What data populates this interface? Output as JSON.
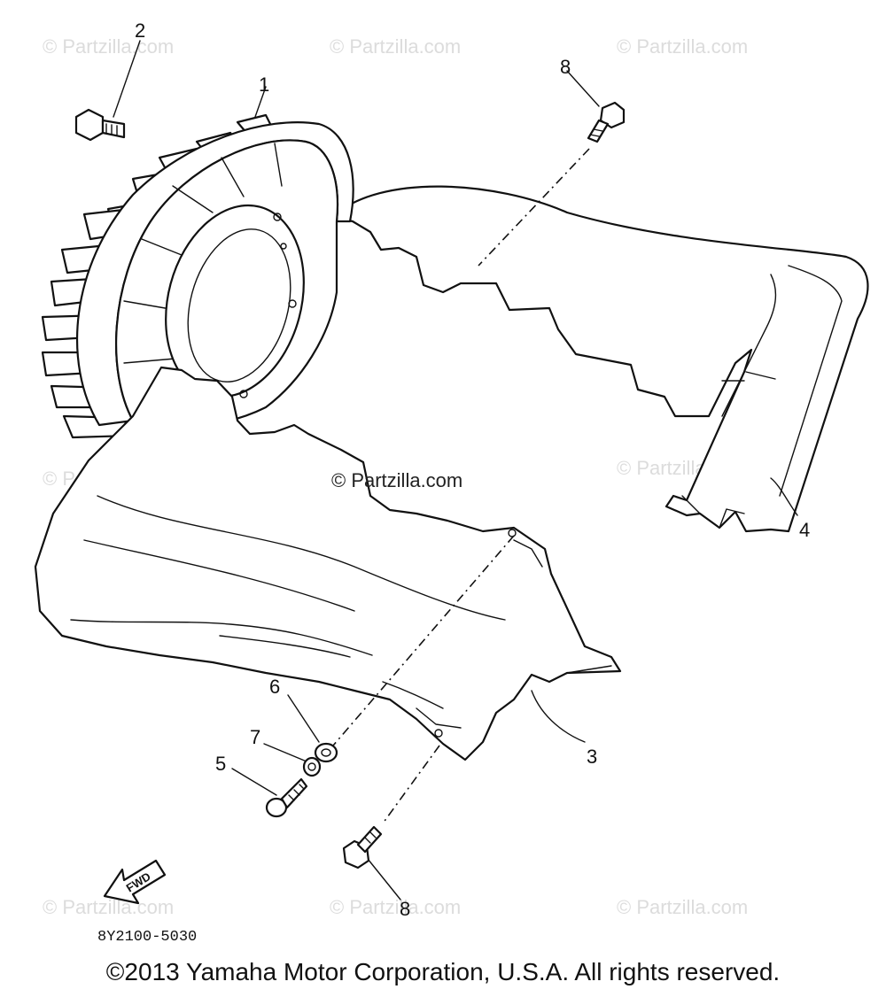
{
  "watermarks": {
    "top_left": "© Partzilla.com",
    "top_center": "© Partzilla.com",
    "top_right": "© Partzilla.com",
    "mid_left": "© Partzilla.com",
    "center": "© Partzilla.com",
    "mid_right": "© Partzilla.com",
    "bottom_left": "© Partzilla.com",
    "bottom_center": "© Partzilla.com",
    "bottom_right": "© Partzilla.com"
  },
  "callouts": {
    "part_1": "1",
    "part_2": "2",
    "part_3": "3",
    "part_4": "4",
    "part_5": "5",
    "part_6": "6",
    "part_7": "7",
    "part_8_top": "8",
    "part_8_bottom": "8"
  },
  "fwd_label": "FWD",
  "diagram_code": "8Y2100-5030",
  "copyright": "©2013 Yamaha Motor Corporation, U.S.A. All rights reserved."
}
